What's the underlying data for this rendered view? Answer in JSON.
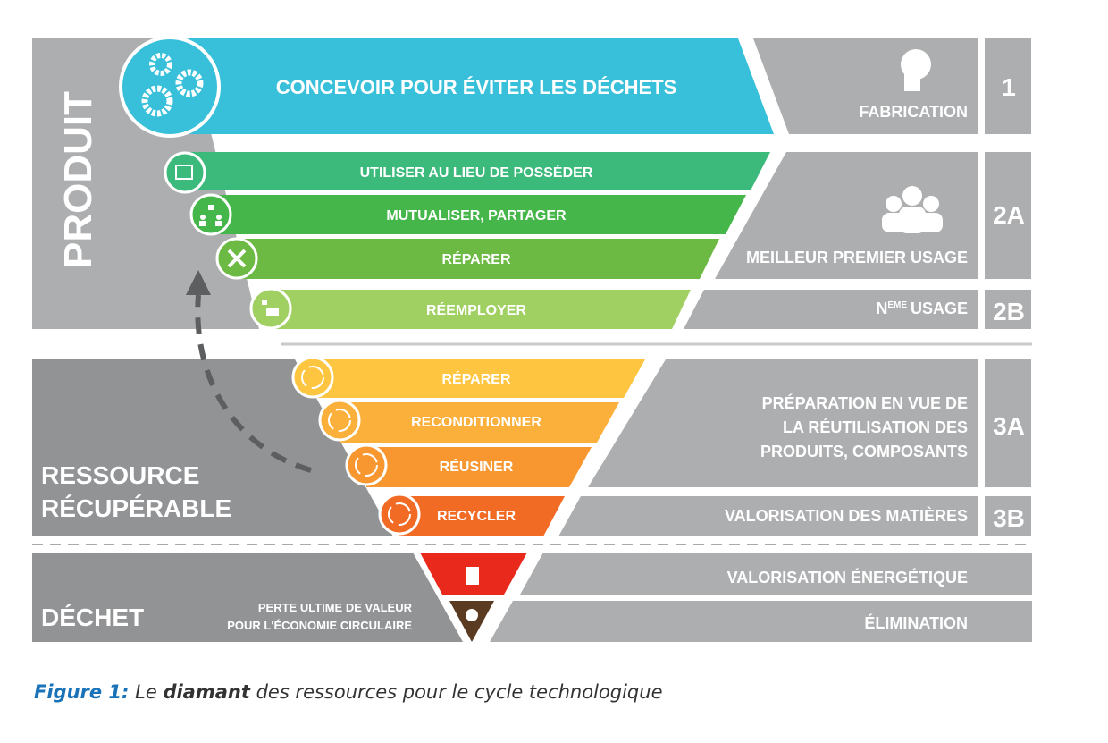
{
  "colors": {
    "gray_light": "#adaeb0",
    "gray_dark": "#929395",
    "blue": "#38c0da",
    "green1": "#3cba7c",
    "green2": "#45b649",
    "green3": "#6cb943",
    "green4": "#a0d062",
    "yellow": "#fec640",
    "orange1": "#fbb03b",
    "orange2": "#f8972f",
    "orange3": "#f26b25",
    "red": "#e8291c",
    "brown": "#5b3a22",
    "caption_blue": "#1a73b8"
  },
  "left": {
    "produit": "PRODUIT",
    "ressource_line1": "RESSOURCE",
    "ressource_line2": "RÉCUPÉRABLE",
    "dechet": "DÉCHET",
    "perte_line1": "PERTE ULTIME DE VALEUR",
    "perte_line2": "POUR L'ÉCONOMIE CIRCULAIRE"
  },
  "bands": {
    "concevoir": "CONCEVOIR POUR ÉVITER LES DÉCHETS",
    "utiliser": "UTILISER AU LIEU DE POSSÉDER",
    "mutualiser": "MUTUALISER, PARTAGER",
    "reparer_produit": "RÉPARER",
    "reemployer": "RÉEMPLOYER",
    "reparer_ressource": "RÉPARER",
    "reconditionner": "RECONDITIONNER",
    "reusiner": "RÉUSINER",
    "recycler": "RECYCLER"
  },
  "right": {
    "fabrication": "FABRICATION",
    "n1": "1",
    "meilleur": "MEILLEUR PREMIER USAGE",
    "n2a": "2A",
    "nieme_n": "N",
    "nieme_sup": "ÈME",
    "nieme_usage": "USAGE",
    "n2b": "2B",
    "prep_line1": "PRÉPARATION EN VUE DE",
    "prep_line2": "LA RÉUTILISATION DES",
    "prep_line3": "PRODUITS, COMPOSANTS",
    "n3a": "3A",
    "valorisation_matieres": "VALORISATION DES MATIÈRES",
    "n3b": "3B",
    "valorisation_energetique": "VALORISATION ÉNERGÉTIQUE",
    "elimination": "ÉLIMINATION"
  },
  "caption": {
    "figure": "Figure 1:",
    "pre": " Le ",
    "bold": "diamant",
    "post": " des ressources pour le cycle technologique"
  }
}
